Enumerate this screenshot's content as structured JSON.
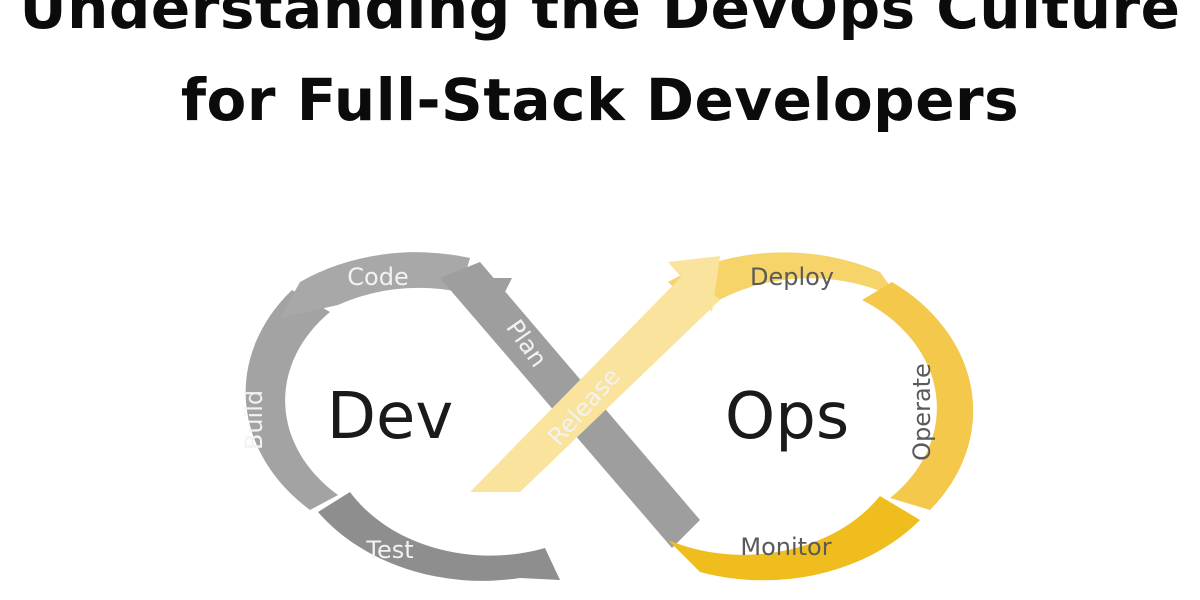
{
  "title": {
    "line1": "Understanding the DevOps Culture",
    "line2": "for Full-Stack Developers"
  },
  "diagram": {
    "dev_label": "Dev",
    "ops_label": "Ops",
    "stages": {
      "code": "Code",
      "plan": "Plan",
      "build": "Build",
      "test": "Test",
      "release": "Release",
      "deploy": "Deploy",
      "operate": "Operate",
      "monitor": "Monitor"
    },
    "colors": {
      "dev_dark": "#8c8c8c",
      "dev_mid": "#a6a6a6",
      "dev_light": "#b8b8b8",
      "ops_dark": "#f2c230",
      "ops_mid": "#f7d466",
      "ops_light": "#fbe49a",
      "text_grey": "#f2f2f2",
      "text_dark": "#5a5a5a"
    }
  }
}
